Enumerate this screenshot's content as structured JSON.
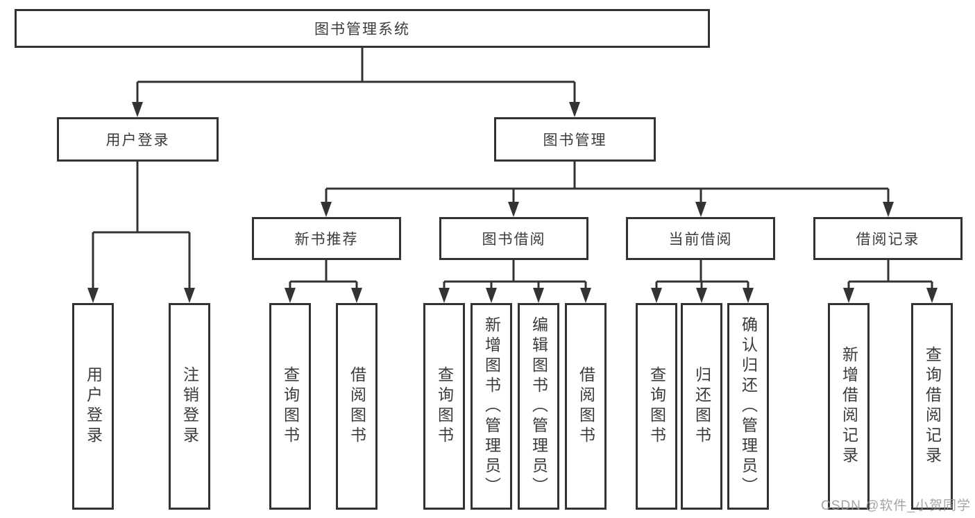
{
  "diagram_title": "图书管理系统",
  "tree": {
    "label": "图书管理系统",
    "children": [
      {
        "label": "用户登录",
        "children": [
          {
            "label": "用户登录"
          },
          {
            "label": "注销登录"
          }
        ]
      },
      {
        "label": "图书管理",
        "children": [
          {
            "label": "新书推荐",
            "children": [
              {
                "label": "查询图书"
              },
              {
                "label": "借阅图书"
              }
            ]
          },
          {
            "label": "图书借阅",
            "children": [
              {
                "label": "查询图书"
              },
              {
                "label": "新增图书（管理员）"
              },
              {
                "label": "编辑图书（管理员）"
              },
              {
                "label": "借阅图书"
              }
            ]
          },
          {
            "label": "当前借阅",
            "children": [
              {
                "label": "查询图书"
              },
              {
                "label": "归还图书"
              },
              {
                "label": "确认归还（管理员）"
              }
            ]
          },
          {
            "label": "借阅记录",
            "children": [
              {
                "label": "新增借阅记录"
              },
              {
                "label": "查询借阅记录"
              }
            ]
          }
        ]
      }
    ]
  },
  "watermark": {
    "text": "CSDN @软件_小贺同学"
  },
  "colors": {
    "line": "#333333",
    "box_border": "#333333",
    "text": "#3b3b3b",
    "background": "#ffffff",
    "watermark": "#949496"
  }
}
